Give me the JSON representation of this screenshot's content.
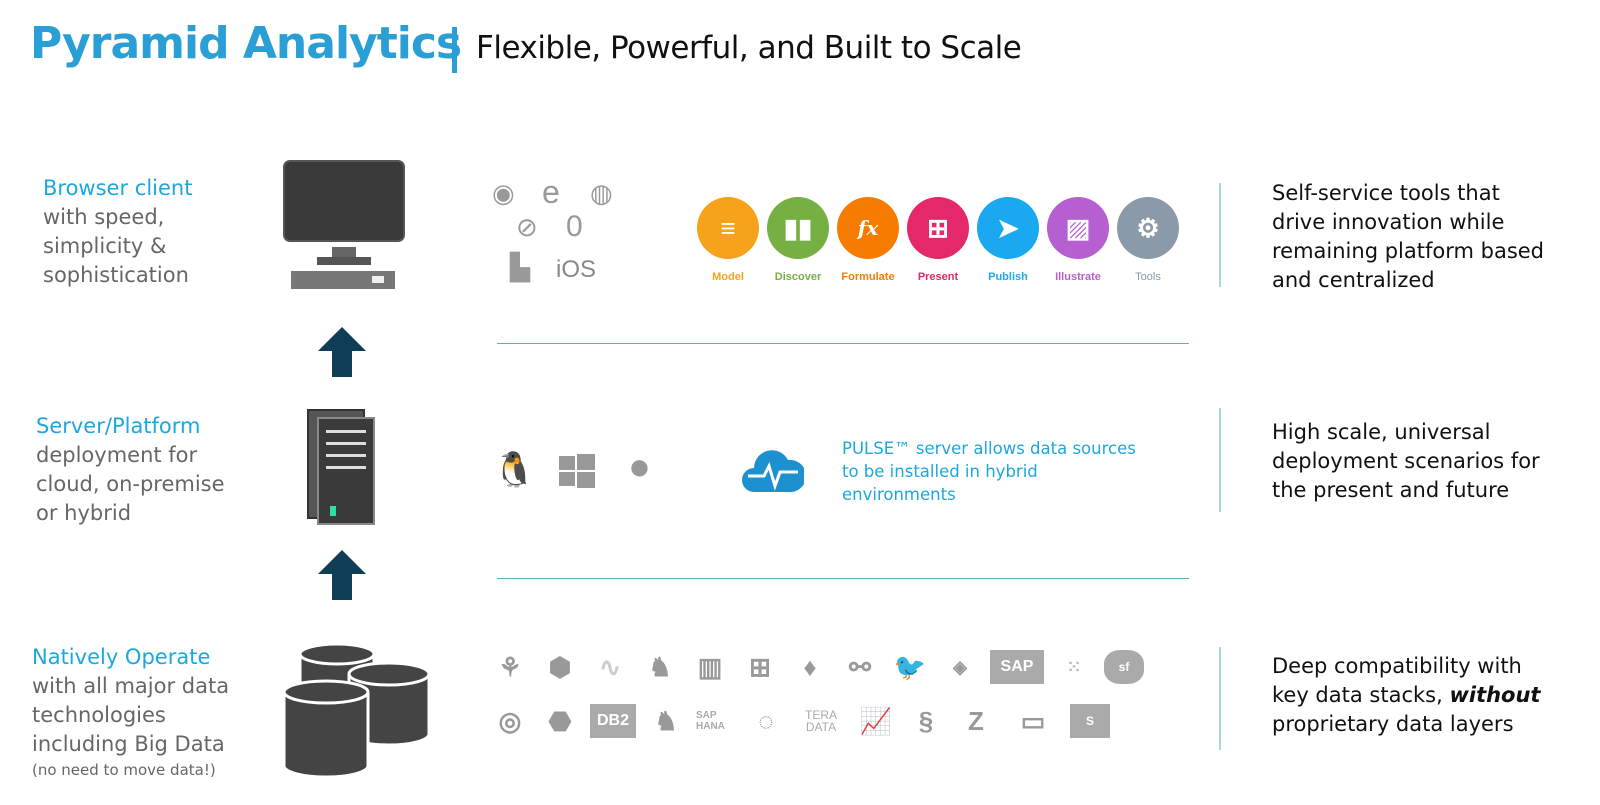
{
  "header": {
    "title": "Pyramid Analytics",
    "subtitle": "Flexible, Powerful, and Built to Scale"
  },
  "tiers": [
    {
      "heading": "Browser client",
      "lines": [
        "with speed,",
        "simplicity &",
        "sophistication"
      ],
      "note": "",
      "right": [
        "Self-service tools that",
        "drive innovation while",
        "remaining platform based",
        "and centralized"
      ]
    },
    {
      "heading": "Server/Platform",
      "lines": [
        "deployment for",
        "cloud, on-premise",
        "or hybrid"
      ],
      "note": "",
      "right": [
        "High scale, universal",
        "deployment scenarios for",
        "the present and future"
      ]
    },
    {
      "heading": "Natively Operate",
      "lines": [
        "with all major data",
        "technologies",
        "including Big Data"
      ],
      "note": "(no need to move data!)",
      "right_pre": "Deep compatibility with",
      "right_mid": "key data stacks, ",
      "right_em": "without",
      "right_post": "proprietary data layers"
    }
  ],
  "browsers": {
    "ios_label": "iOS"
  },
  "apps": [
    {
      "label": "Model",
      "color": "#f7a21b",
      "icon": "database-icon"
    },
    {
      "label": "Discover",
      "color": "#76b043",
      "icon": "bar-chart-icon"
    },
    {
      "label": "Formulate",
      "color": "#f57c00",
      "icon": "fx-icon"
    },
    {
      "label": "Present",
      "color": "#e4286a",
      "icon": "grid-icon"
    },
    {
      "label": "Publish",
      "color": "#1aa9f0",
      "icon": "paper-plane-icon"
    },
    {
      "label": "Illustrate",
      "color": "#b65fd0",
      "icon": "image-icon"
    },
    {
      "label": "Tools",
      "color": "#8a9aa8",
      "icon": "gear-icon"
    }
  ],
  "apps_fx": "fx",
  "pulse": {
    "text": "PULSE™ server allows data sources to be installed in hybrid environments"
  },
  "data_logos": {
    "db2": "DB2",
    "sap": "SAP",
    "sap_hana": "SAP HANA",
    "teradata": "TERA DATA",
    "sf": "sf",
    "s": "S"
  },
  "colors": {
    "accent": "#2a9fd6",
    "arrow": "#0f3d56",
    "icon_dark": "#3a3a3a"
  }
}
